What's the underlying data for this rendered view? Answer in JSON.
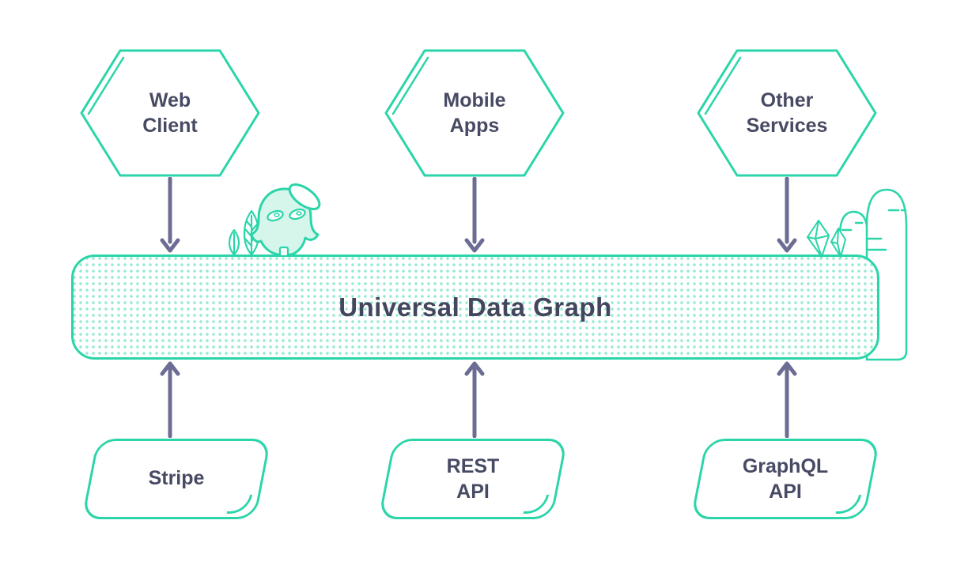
{
  "colors": {
    "accent_teal": "#2bd5a9",
    "mint_fill": "#d6f6ec",
    "ink_text": "#474a63",
    "title_text": "#44465e",
    "arrow_purple": "#6c6c94",
    "dot_teal": "#7ee0c8",
    "background": "#ffffff"
  },
  "hub": {
    "title": "Universal Data Graph"
  },
  "top_nodes": [
    {
      "id": "web-client",
      "line1": "Web",
      "line2": "Client"
    },
    {
      "id": "mobile-apps",
      "line1": "Mobile",
      "line2": "Apps"
    },
    {
      "id": "other-services",
      "line1": "Other",
      "line2": "Services"
    }
  ],
  "bottom_nodes": [
    {
      "id": "stripe",
      "line1": "Stripe",
      "line2": ""
    },
    {
      "id": "rest-api",
      "line1": "REST",
      "line2": "API"
    },
    {
      "id": "graphql-api",
      "line1": "GraphQL",
      "line2": "API"
    }
  ],
  "connections": [
    {
      "from": "web-client",
      "to": "hub",
      "direction": "down"
    },
    {
      "from": "mobile-apps",
      "to": "hub",
      "direction": "down"
    },
    {
      "from": "other-services",
      "to": "hub",
      "direction": "down"
    },
    {
      "from": "stripe",
      "to": "hub",
      "direction": "up"
    },
    {
      "from": "rest-api",
      "to": "hub",
      "direction": "up"
    },
    {
      "from": "graphql-api",
      "to": "hub",
      "direction": "up"
    }
  ],
  "decorations": [
    "mascot-icon",
    "halo-icon",
    "leaf-icon",
    "crystal-icon",
    "hill-icon"
  ]
}
